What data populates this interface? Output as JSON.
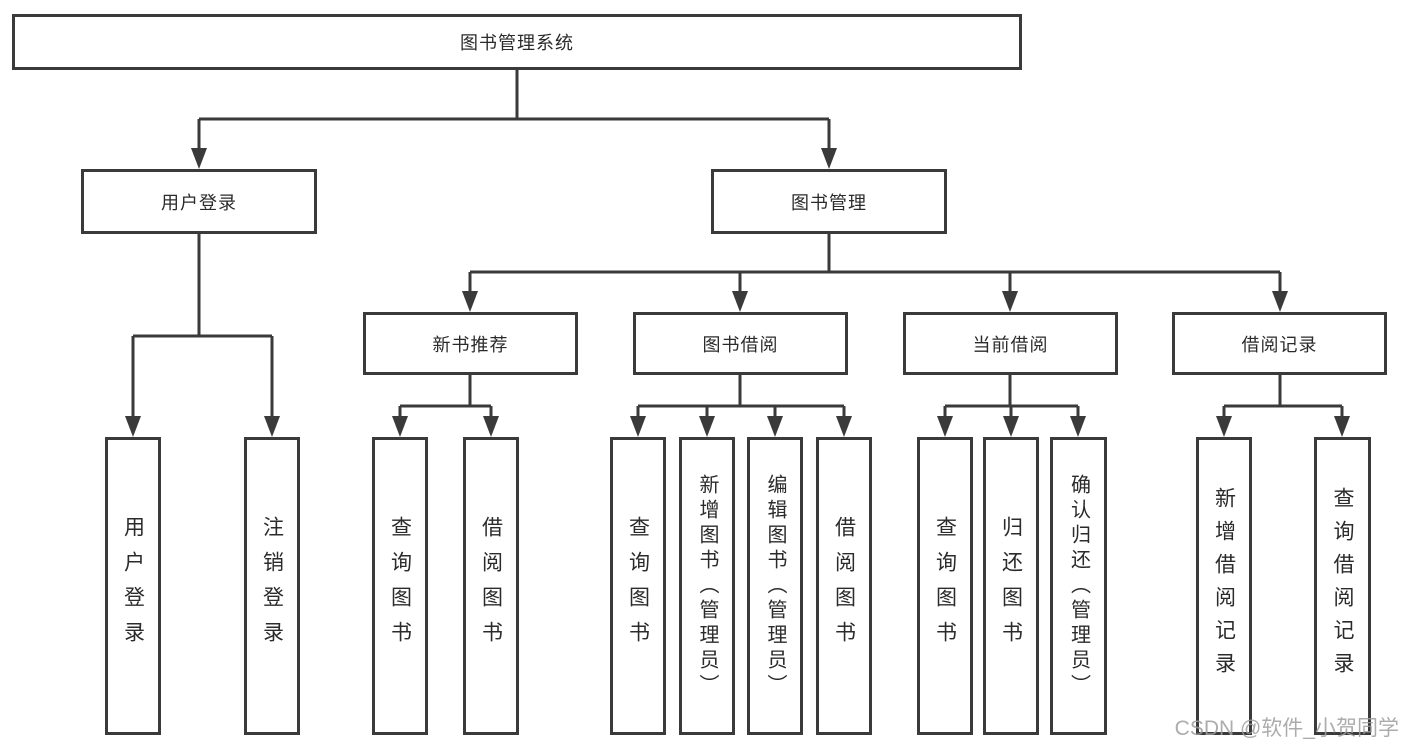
{
  "diagram": {
    "title": "图书管理系统",
    "nodes": {
      "root": "图书管理系统",
      "user_login": "用户登录",
      "book_mgmt": "图书管理",
      "new_book": "新书推荐",
      "borrow": "图书借阅",
      "current": "当前借阅",
      "records": "借阅记录"
    },
    "leaves": {
      "user_login": [
        "用户登录",
        "注销登录"
      ],
      "new_book": [
        "查询图书",
        "借阅图书"
      ],
      "borrow": [
        "查询图书",
        "新增图书（管理员）",
        "编辑图书（管理员）",
        "借阅图书"
      ],
      "current": [
        "查询图书",
        "归还图书",
        "确认归还（管理员）"
      ],
      "records": [
        "新增借阅记录",
        "查询借阅记录"
      ]
    }
  },
  "watermark": "CSDN @软件_小贺同学",
  "colors": {
    "line": "#3a3a3a",
    "text": "#2b2b2b",
    "watermark": "#9e9e9e",
    "background": "#ffffff"
  }
}
